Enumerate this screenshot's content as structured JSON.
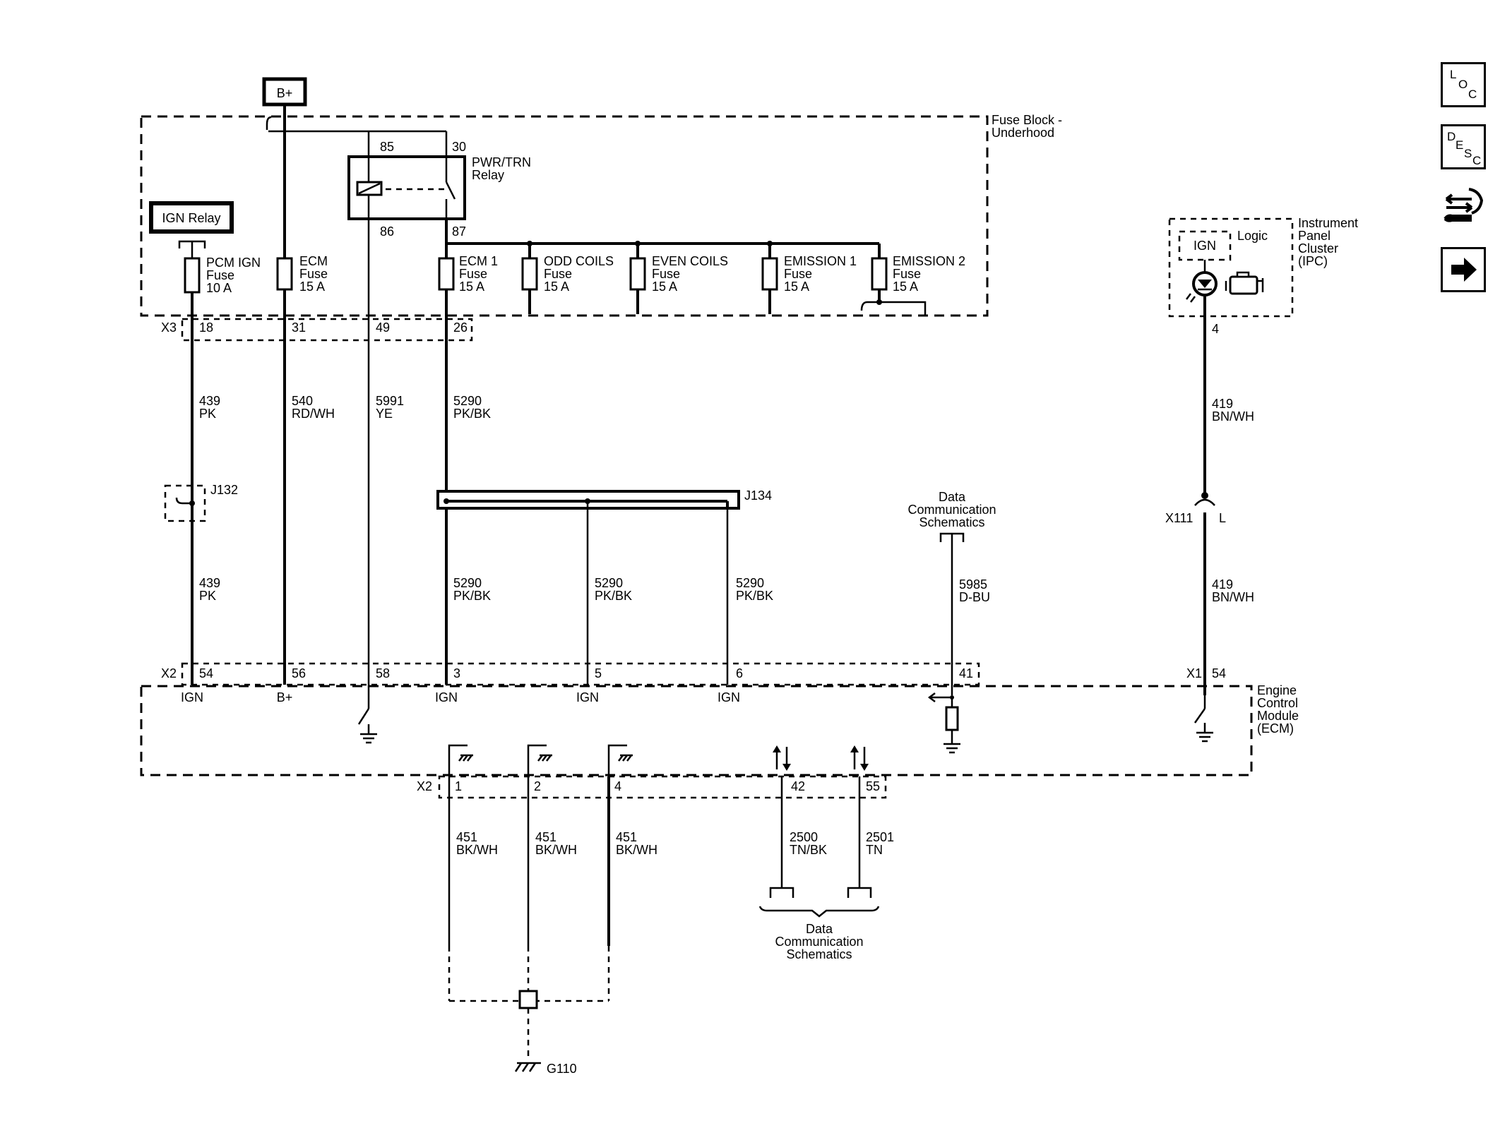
{
  "nav": {
    "loc": [
      "L",
      "O",
      "C"
    ],
    "desc": [
      "D",
      "E",
      "S",
      "C"
    ],
    "loc_name": "location-icon",
    "desc_name": "description-icon",
    "service_icon": "connector-tool-icon",
    "next_icon": "right-arrow-icon"
  },
  "labels": {
    "bplus_box": "B+",
    "fuse_block": [
      "Fuse Block -",
      "Underhood"
    ],
    "ign_relay": "IGN Relay",
    "pwr_relay": [
      "PWR/TRN",
      "Relay"
    ],
    "relay_pins": [
      "85",
      "30",
      "86",
      "87"
    ],
    "fuses": [
      {
        "name": "PCM IGN",
        "sub": "Fuse",
        "rating": "10 A"
      },
      {
        "name": "ECM",
        "sub": "Fuse",
        "rating": "15 A"
      },
      {
        "name": "ECM 1",
        "sub": "Fuse",
        "rating": "15 A"
      },
      {
        "name": "ODD COILS",
        "sub": "Fuse",
        "rating": "15 A"
      },
      {
        "name": "EVEN COILS",
        "sub": "Fuse",
        "rating": "15 A"
      },
      {
        "name": "EMISSION 1",
        "sub": "Fuse",
        "rating": "15 A"
      },
      {
        "name": "EMISSION 2",
        "sub": "Fuse",
        "rating": "15 A"
      }
    ],
    "x3": {
      "name": "X3",
      "pins": [
        "18",
        "31",
        "49",
        "26"
      ]
    },
    "wires_upper": [
      {
        "num": "439",
        "color": "PK"
      },
      {
        "num": "540",
        "color": "RD/WH"
      },
      {
        "num": "5991",
        "color": "YE"
      },
      {
        "num": "5290",
        "color": "PK/BK"
      }
    ],
    "j132": "J132",
    "j134": "J134",
    "wires_lower": [
      {
        "num": "439",
        "color": "PK"
      },
      {
        "num": "5290",
        "color": "PK/BK"
      },
      {
        "num": "5290",
        "color": "PK/BK"
      },
      {
        "num": "5290",
        "color": "PK/BK"
      }
    ],
    "data_comm_top": [
      "Data",
      "Communication",
      "Schematics"
    ],
    "wire_5985": {
      "num": "5985",
      "color": "D-BU"
    },
    "ipc": [
      "Instrument",
      "Panel",
      "Cluster",
      "(IPC)"
    ],
    "logic": "Logic",
    "ipc_ign": "IGN",
    "ipc_pin": "4",
    "wire_419_upper": {
      "num": "419",
      "color": "BN/WH"
    },
    "x111": {
      "name": "X111",
      "pin": "L"
    },
    "wire_419_lower": {
      "num": "419",
      "color": "BN/WH"
    },
    "x2_top": {
      "name": "X2",
      "pins": [
        "54",
        "56",
        "58",
        "3",
        "5",
        "6",
        "41"
      ]
    },
    "x1": {
      "name": "X1",
      "pin": "54"
    },
    "ecm_pin_names": [
      "IGN",
      "B+",
      "IGN",
      "IGN",
      "IGN"
    ],
    "ecm": [
      "Engine",
      "Control",
      "Module",
      "(ECM)"
    ],
    "x2_bottom": {
      "name": "X2",
      "pins": [
        "1",
        "2",
        "4",
        "42",
        "55"
      ]
    },
    "wires_ground": [
      {
        "num": "451",
        "color": "BK/WH"
      },
      {
        "num": "451",
        "color": "BK/WH"
      },
      {
        "num": "451",
        "color": "BK/WH"
      }
    ],
    "wires_data": [
      {
        "num": "2500",
        "color": "TN/BK"
      },
      {
        "num": "2501",
        "color": "TN"
      }
    ],
    "data_comm_bottom": [
      "Data",
      "Communication",
      "Schematics"
    ],
    "ground": "G110"
  }
}
